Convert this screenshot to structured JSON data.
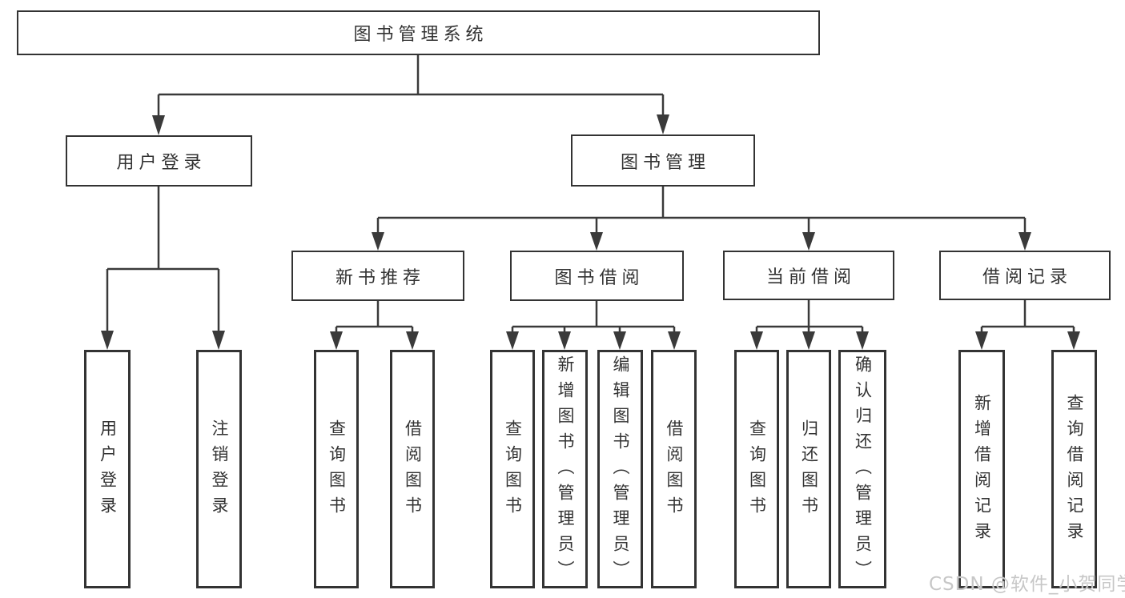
{
  "diagram": {
    "title_node": {
      "label": "图书管理系统"
    },
    "level2": [
      {
        "id": "user-login",
        "label": "用户登录"
      },
      {
        "id": "book-management",
        "label": "图书管理"
      }
    ],
    "level3": [
      {
        "id": "new-book-recommend",
        "label": "新书推荐"
      },
      {
        "id": "book-borrowing",
        "label": "图书借阅"
      },
      {
        "id": "current-borrowing",
        "label": "当前借阅"
      },
      {
        "id": "borrowing-records",
        "label": "借阅记录"
      }
    ],
    "leaves": {
      "user_login_children": [
        {
          "label": "用户登录"
        },
        {
          "label": "注销登录"
        }
      ],
      "new_book_children": [
        {
          "label": "查询图书"
        },
        {
          "label": "借阅图书"
        }
      ],
      "book_borrow_children": [
        {
          "label": "查询图书"
        },
        {
          "label": "新增图书（管理员）"
        },
        {
          "label": "编辑图书（管理员）"
        },
        {
          "label": "借阅图书"
        }
      ],
      "current_borrow_children": [
        {
          "label": "查询图书"
        },
        {
          "label": "归还图书"
        },
        {
          "label": "确认归还（管理员）"
        }
      ],
      "record_children": [
        {
          "label": "新增借阅记录"
        },
        {
          "label": "查询借阅记录"
        }
      ]
    }
  },
  "watermark": {
    "text": "CSDN @软件_小贺同学"
  },
  "colors": {
    "line": "#3a3a3a",
    "box_border": "#333333",
    "text": "#333333",
    "watermark": "#c7c7c7",
    "background": "#ffffff"
  }
}
